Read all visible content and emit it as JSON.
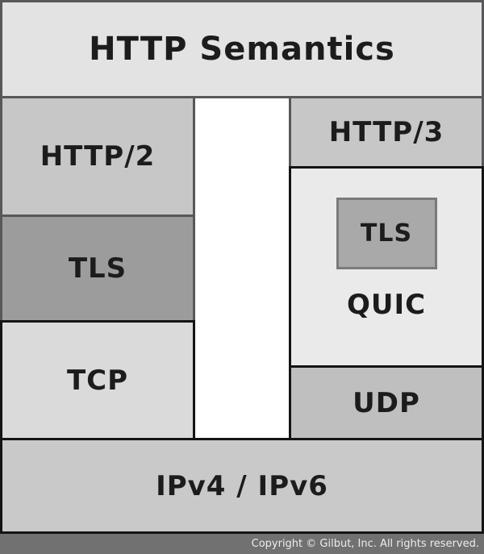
{
  "diagram": {
    "title": "HTTP Semantics",
    "left_stack": [
      {
        "label": "HTTP/2"
      },
      {
        "label": "TLS"
      },
      {
        "label": "TCP"
      }
    ],
    "right_stack": {
      "http3": "HTTP/3",
      "quic": {
        "tls": "TLS",
        "label": "QUIC"
      },
      "udp": "UDP"
    },
    "base": "IPv4 / IPv6"
  },
  "footer": {
    "copyright": "Copyright © Gilbut, Inc. All rights reserved."
  },
  "colors": {
    "border_gray": "#58585a",
    "border_black": "#141414",
    "semantics_bg": "#e3e3e3",
    "http2_bg": "#c7c7c7",
    "tls_left_bg": "#9c9c9c",
    "tcp_bg": "#dadada",
    "http3_bg": "#c7c7c7",
    "quic_bg": "#eaeaea",
    "tls_inner_bg": "#a9a9a9",
    "tls_inner_border": "#7a7a7a",
    "udp_bg": "#bfbfbf",
    "ip_bg": "#c9c9c9",
    "gap_bg": "#ffffff",
    "footer_bg": "#717171",
    "footer_text": "#ededed"
  }
}
